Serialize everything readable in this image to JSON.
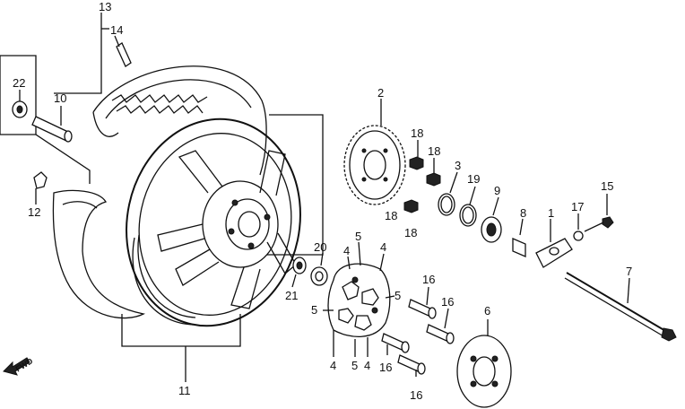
{
  "diagram": {
    "callouts": {
      "c1": "1",
      "c2": "2",
      "c3": "3",
      "c4a": "4",
      "c4b": "4",
      "c4c": "4",
      "c4d": "4",
      "c5a": "5",
      "c5b": "5",
      "c5c": "5",
      "c5d": "5",
      "c6": "6",
      "c7": "7",
      "c8": "8",
      "c9": "9",
      "c10": "10",
      "c11": "11",
      "c12": "12",
      "c13": "13",
      "c14": "14",
      "c15": "15",
      "c16a": "16",
      "c16b": "16",
      "c16c": "16",
      "c16d": "16",
      "c17": "17",
      "c18a": "18",
      "c18b": "18",
      "c18c": "18",
      "c18d": "18",
      "c19": "19",
      "c20": "20",
      "c21": "21",
      "c22": "22"
    },
    "direction_label": "FWD"
  }
}
